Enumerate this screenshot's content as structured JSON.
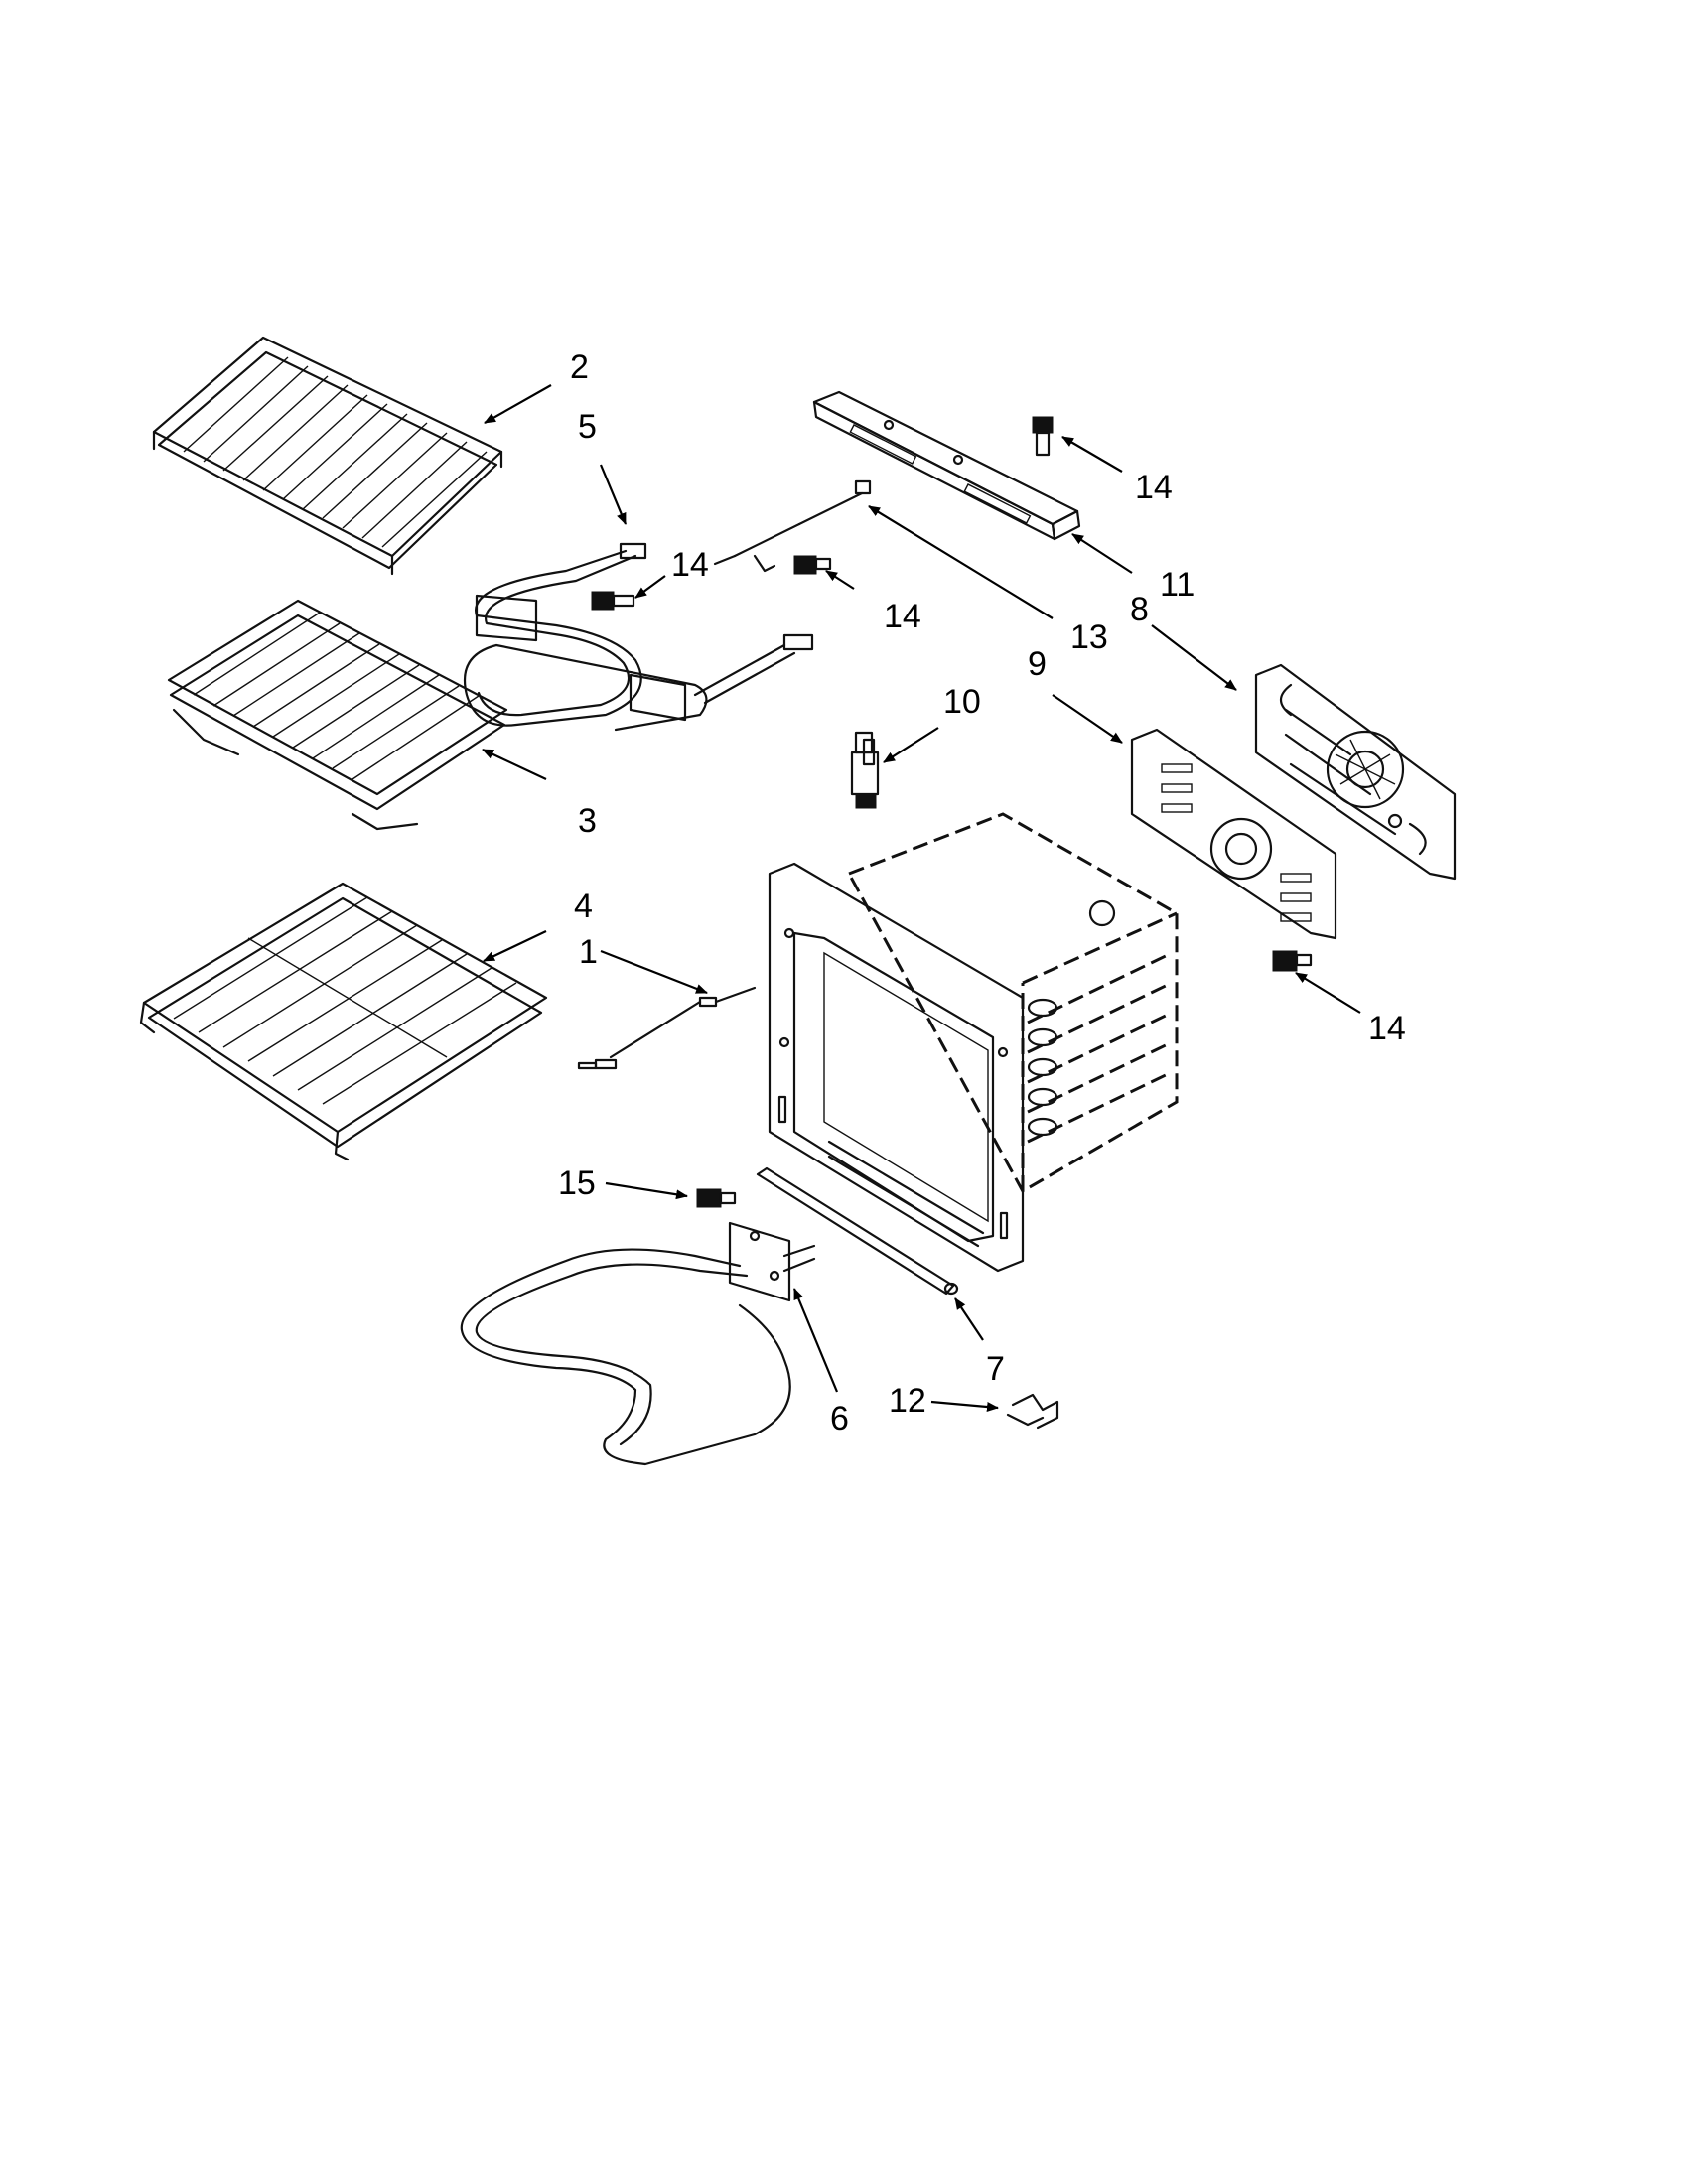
{
  "callouts": {
    "c1": "1",
    "c2": "2",
    "c3": "3",
    "c4": "4",
    "c5": "5",
    "c6": "6",
    "c7": "7",
    "c8": "8",
    "c9": "9",
    "c10": "10",
    "c11": "11",
    "c12": "12",
    "c13": "13",
    "c14a": "14",
    "c14b": "14",
    "c14c": "14",
    "c14d": "14",
    "c15": "15"
  },
  "colors": {
    "line": "#111111",
    "background": "#ffffff"
  }
}
